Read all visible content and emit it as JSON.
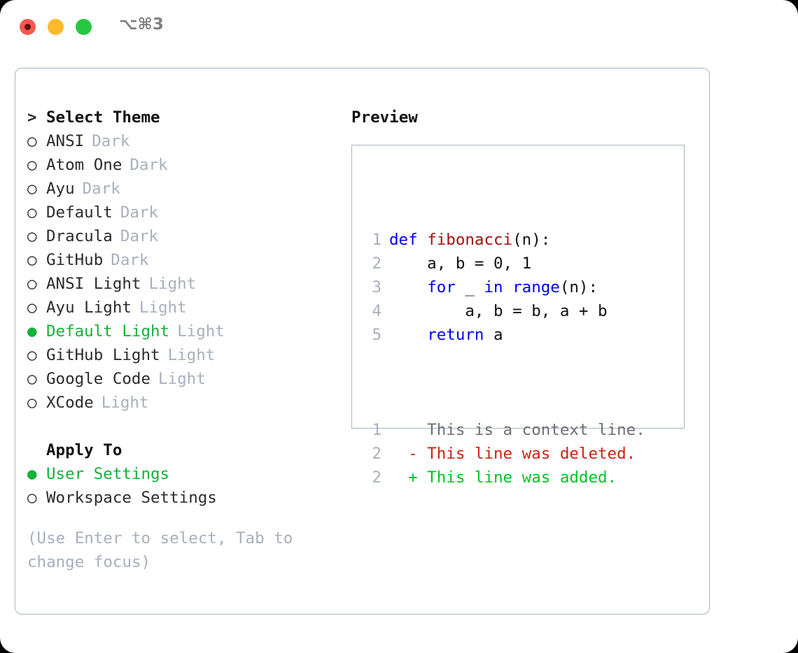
{
  "titlebar": {
    "shortcut": "⌥⌘3",
    "buttons": [
      "close",
      "minimize",
      "maximize"
    ]
  },
  "theme_list": {
    "header": "Select Theme",
    "header_marker": ">",
    "marker_unselected": "○",
    "marker_selected": "●",
    "items": [
      {
        "label": "ANSI",
        "variant": "Dark",
        "selected": false
      },
      {
        "label": "Atom One",
        "variant": "Dark",
        "selected": false
      },
      {
        "label": "Ayu",
        "variant": "Dark",
        "selected": false
      },
      {
        "label": "Default",
        "variant": "Dark",
        "selected": false
      },
      {
        "label": "Dracula",
        "variant": "Dark",
        "selected": false
      },
      {
        "label": "GitHub",
        "variant": "Dark",
        "selected": false
      },
      {
        "label": "ANSI Light",
        "variant": "Light",
        "selected": false
      },
      {
        "label": "Ayu Light",
        "variant": "Light",
        "selected": false
      },
      {
        "label": "Default Light",
        "variant": "Light",
        "selected": true
      },
      {
        "label": "GitHub Light",
        "variant": "Light",
        "selected": false
      },
      {
        "label": "Google Code",
        "variant": "Light",
        "selected": false
      },
      {
        "label": "XCode",
        "variant": "Light",
        "selected": false
      }
    ]
  },
  "apply_to": {
    "title": "Apply To",
    "options": [
      {
        "label": "User Settings",
        "selected": true
      },
      {
        "label": "Workspace Settings",
        "selected": false
      }
    ]
  },
  "hint": "(Use Enter to select, Tab to change focus)",
  "preview": {
    "title": "Preview",
    "code_lines": [
      {
        "num": "1",
        "tokens": [
          {
            "text": "def ",
            "kind": "kw"
          },
          {
            "text": "fibonacci",
            "kind": "fn"
          },
          {
            "text": "(n):",
            "kind": "plain"
          }
        ]
      },
      {
        "num": "2",
        "tokens": [
          {
            "text": "    a, b = 0, 1",
            "kind": "plain"
          }
        ]
      },
      {
        "num": "3",
        "tokens": [
          {
            "text": "    ",
            "kind": "plain"
          },
          {
            "text": "for",
            "kind": "kw"
          },
          {
            "text": " _ ",
            "kind": "plain"
          },
          {
            "text": "in",
            "kind": "kw"
          },
          {
            "text": " ",
            "kind": "plain"
          },
          {
            "text": "range",
            "kind": "kw"
          },
          {
            "text": "(n):",
            "kind": "plain"
          }
        ]
      },
      {
        "num": "4",
        "tokens": [
          {
            "text": "        a, b = b, a + b",
            "kind": "plain"
          }
        ]
      },
      {
        "num": "5",
        "tokens": [
          {
            "text": "    ",
            "kind": "plain"
          },
          {
            "text": "return",
            "kind": "kw"
          },
          {
            "text": " a",
            "kind": "plain"
          }
        ]
      }
    ],
    "diff_lines": [
      {
        "num": "1",
        "sign": " ",
        "text": "This is a context line.",
        "kind": "ctx"
      },
      {
        "num": "2",
        "sign": "-",
        "text": "This line was deleted.",
        "kind": "del"
      },
      {
        "num": "2",
        "sign": "+",
        "text": "This line was added.",
        "kind": "add"
      }
    ]
  },
  "colors": {
    "selected_green": "#15b13c",
    "variant_gray": "#a8b0bd",
    "keyword_blue": "#0000ee",
    "function_red": "#a21010",
    "diff_deleted": "#cc2211",
    "diff_added": "#00c424",
    "border": "#aab3c1"
  }
}
